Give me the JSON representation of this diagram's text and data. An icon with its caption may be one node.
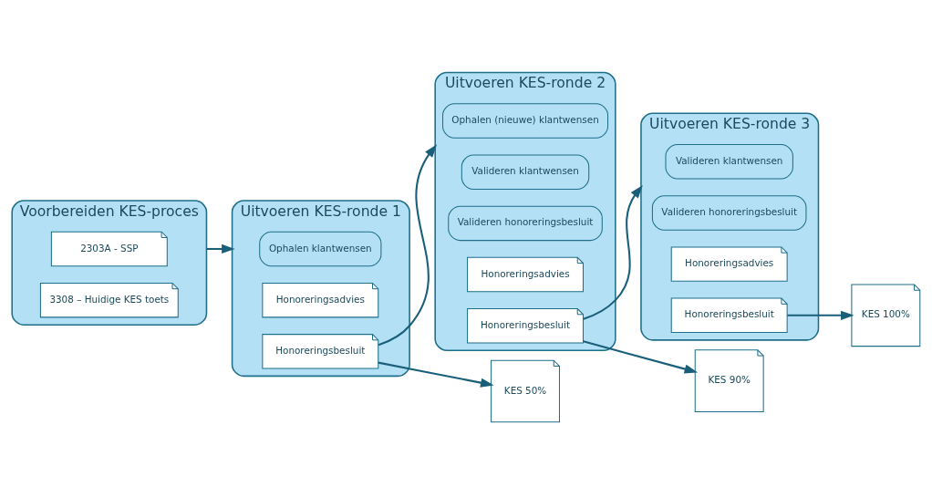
{
  "diagram": {
    "nodes": [
      {
        "text": [
          "Voorbereiden KES-proces"
        ]
      },
      {
        "text": [
          "2303A - SSP"
        ],
        "in": 0
      },
      {
        "text": [
          "3308 – Huidige KES toets"
        ],
        "in": 0
      },
      {
        "text": [
          "Uitvoeren KES-ronde 1"
        ]
      },
      {
        "text": [
          "Ophalen klantwensen"
        ],
        "in": 3
      },
      {
        "text": [
          "Honoreringsadvies"
        ],
        "in": 3
      },
      {
        "text": [
          "Honoreringsbesluit"
        ],
        "in": 3
      },
      {
        "text": [
          "Uitvoeren KES-ronde 2"
        ]
      },
      {
        "text": [
          "Ophalen (nieuwe) klantwensen"
        ],
        "in": 7
      },
      {
        "text": [
          "Valideren klantwensen"
        ],
        "in": 7
      },
      {
        "text": [
          "Valideren honoreringsbesluit"
        ],
        "in": 7
      },
      {
        "text": [
          "Honoreringsadvies"
        ],
        "in": 7
      },
      {
        "text": [
          "Honoreringsbesluit"
        ],
        "in": 7
      },
      {
        "text": [
          "Uitvoeren KES-ronde 3"
        ]
      },
      {
        "text": [
          "Valideren klantwensen"
        ],
        "in": 13
      },
      {
        "text": [
          "Valideren honoreringsbesluit"
        ],
        "in": 13
      },
      {
        "text": [
          "Honoreringsadvies"
        ],
        "in": 13
      },
      {
        "text": [
          "Honoreringsbesluit"
        ],
        "in": 13
      },
      {
        "text": [
          "KES 50%"
        ]
      },
      {
        "text": [
          "KES 90%"
        ]
      },
      {
        "text": [
          "KES 100%"
        ]
      }
    ],
    "edges": [
      {
        "from": 0,
        "to": 3,
        "arrow": "to"
      },
      {
        "from": 6,
        "to": 7,
        "arrow": "to"
      },
      {
        "from": 6,
        "to": 18,
        "arrow": "to"
      },
      {
        "from": 12,
        "to": 13,
        "arrow": "to"
      },
      {
        "from": 12,
        "to": 19,
        "arrow": "to"
      },
      {
        "from": 17,
        "to": 20,
        "arrow": "to"
      }
    ]
  }
}
